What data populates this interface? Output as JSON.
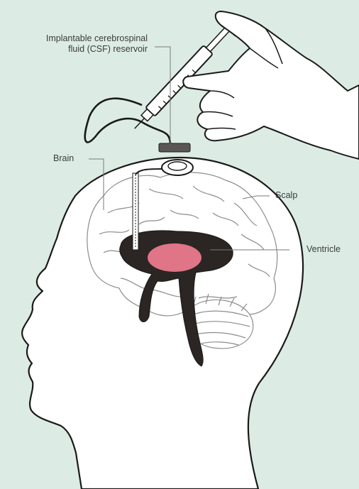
{
  "labels": {
    "reservoir_line1": "Implantable cerebrospinal",
    "reservoir_line2": "fluid (CSF) reservoir",
    "brain": "Brain",
    "scalp": "Scalp",
    "ventricle": "Ventricle"
  },
  "colors": {
    "background": "#dcece4",
    "outline": "#1a1a1a",
    "ventricle": "#2b2523",
    "ventricle_highlight": "#df7587",
    "leader_line": "#7a7a7a"
  }
}
